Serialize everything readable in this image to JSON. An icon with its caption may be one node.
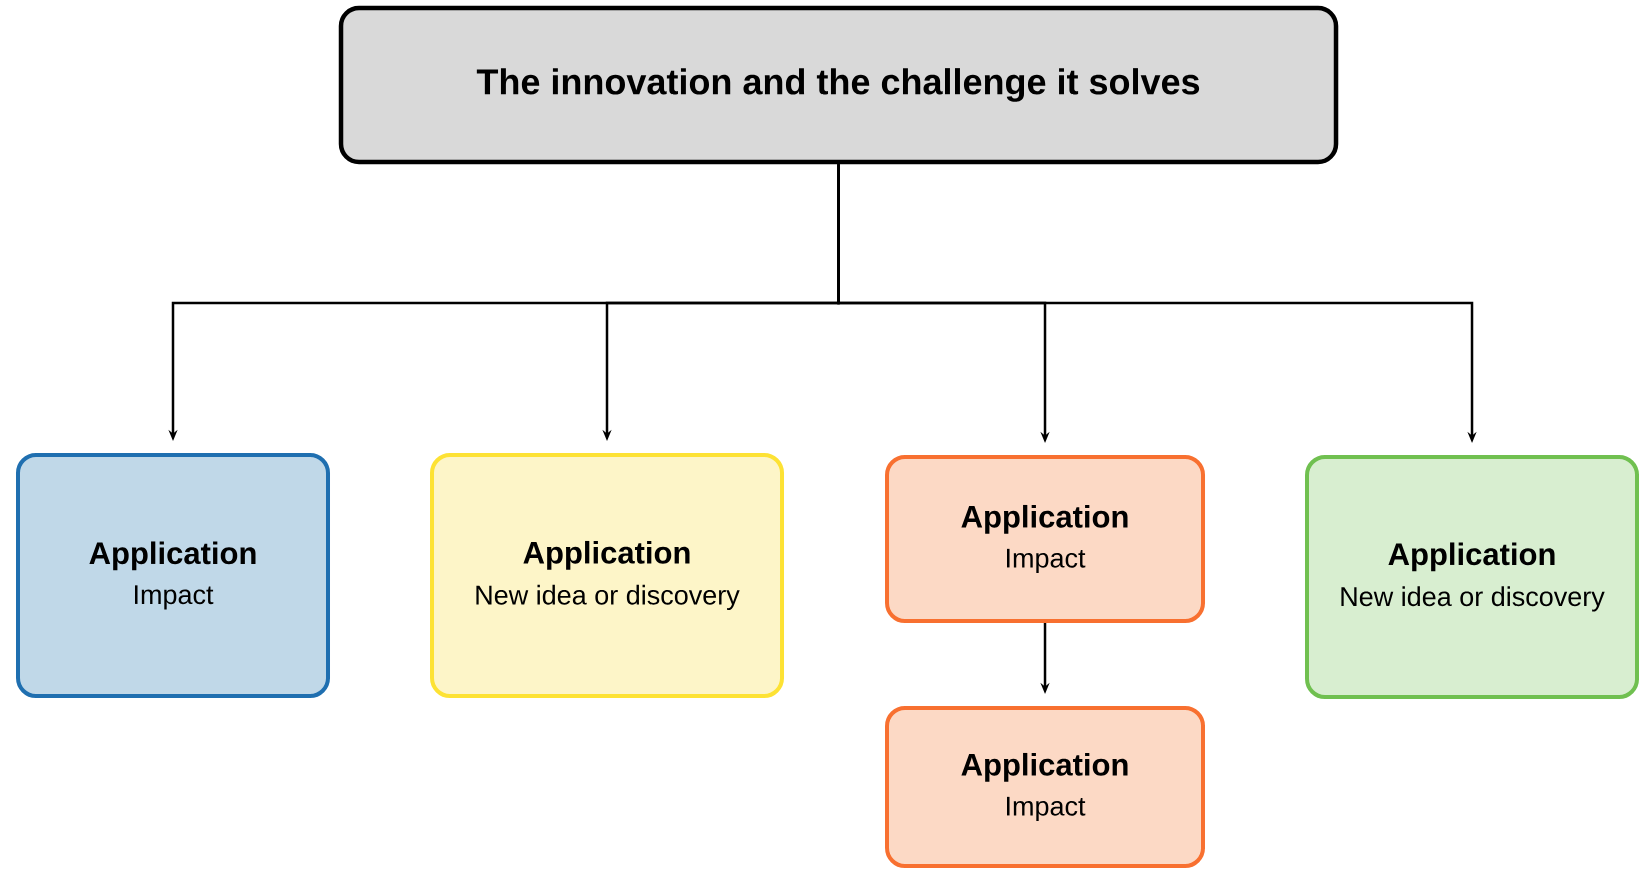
{
  "diagram": {
    "nodes": [
      {
        "text": [
          "The innovation and the challenge it solves"
        ]
      },
      {
        "text": [
          "Application",
          "Impact"
        ]
      },
      {
        "text": [
          "Application",
          "New idea or discovery"
        ]
      },
      {
        "text": [
          "Application",
          "Impact"
        ]
      },
      {
        "text": [
          "Application",
          "Impact"
        ]
      },
      {
        "text": [
          "Application",
          "New idea or discovery"
        ]
      }
    ],
    "edges": [
      {
        "from": 0,
        "to": 1,
        "arrow": "to"
      },
      {
        "from": 0,
        "to": 2,
        "arrow": "to"
      },
      {
        "from": 0,
        "to": 3,
        "arrow": "to"
      },
      {
        "from": 0,
        "to": 5,
        "arrow": "to"
      },
      {
        "from": 3,
        "to": 4,
        "arrow": "to"
      }
    ]
  }
}
